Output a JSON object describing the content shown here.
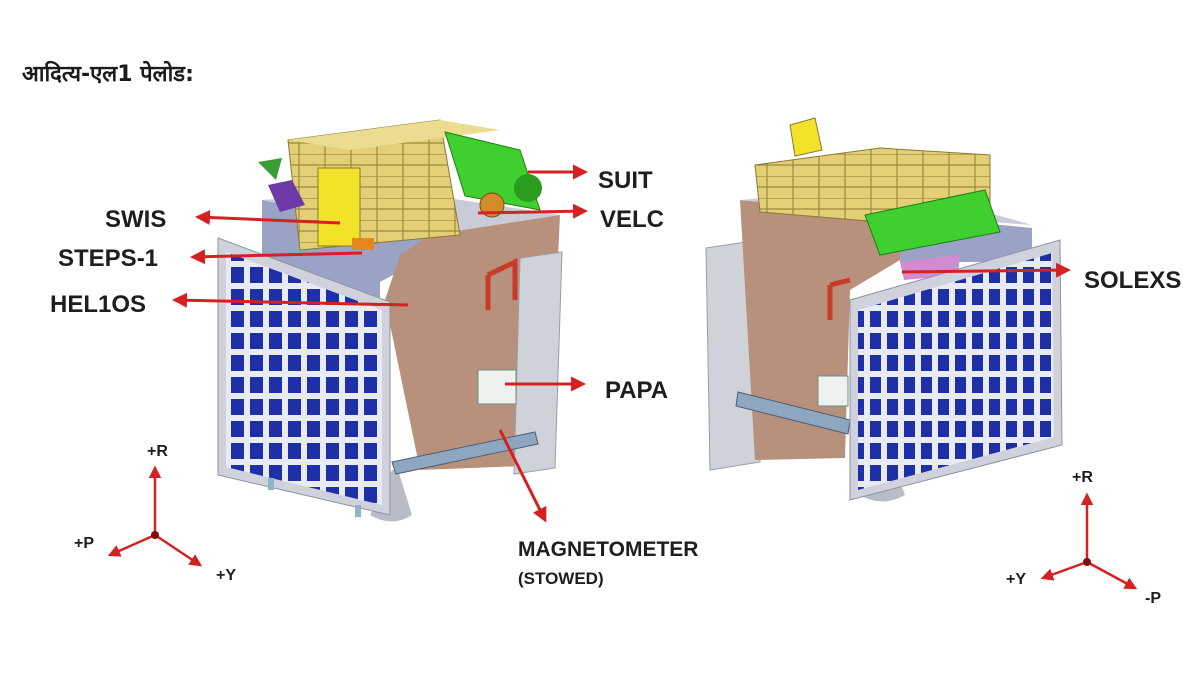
{
  "title": "आदित्य-एल1 पेलोड:",
  "colors": {
    "arrow": "#d42121",
    "panel_cell": "#1f2fa5",
    "panel_bg": "#e9ebf4",
    "body_brown": "#b7917b",
    "payload_yellow": "#e2cf76",
    "suit_green": "#3fcf2e"
  },
  "left_view": {
    "labels": {
      "suit": "SUIT",
      "velc": "VELC",
      "swis": "SWIS",
      "steps": "STEPS-1",
      "helios": "HEL1OS",
      "papa": "PAPA",
      "magnetometer": "MAGNETOMETER",
      "stowed": "(STOWED)"
    },
    "axes": {
      "r": "+R",
      "p": "+P",
      "y": "+Y"
    }
  },
  "right_view": {
    "labels": {
      "solexs": "SOLEXS"
    },
    "axes": {
      "r": "+R",
      "y": "+Y",
      "p": "-P"
    }
  }
}
